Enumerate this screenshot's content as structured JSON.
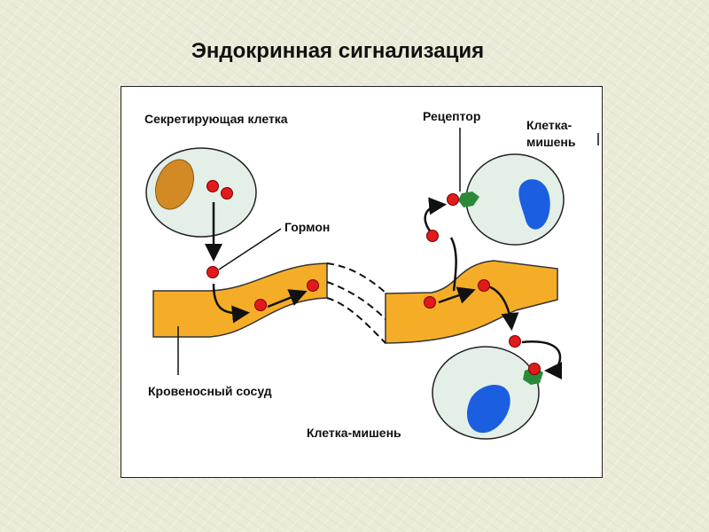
{
  "title": "Эндокринная сигнализация",
  "labels": {
    "secreting_cell": "Секретирующая клетка",
    "receptor": "Рецептор",
    "target_cell_top": "Клетка-\nмишень",
    "hormone": "Гормон",
    "blood_vessel": "Кровеносный сосуд",
    "target_cell_bottom": "Клетка-мишень"
  },
  "colors": {
    "vessel": "#f5ad28",
    "hormone": "#e11b1b",
    "nucleus_secreting": "#d38a25",
    "nucleus_target": "#1b5fe0",
    "cell_fill": "#e4efe8",
    "receptor": "#2a8a3a"
  }
}
